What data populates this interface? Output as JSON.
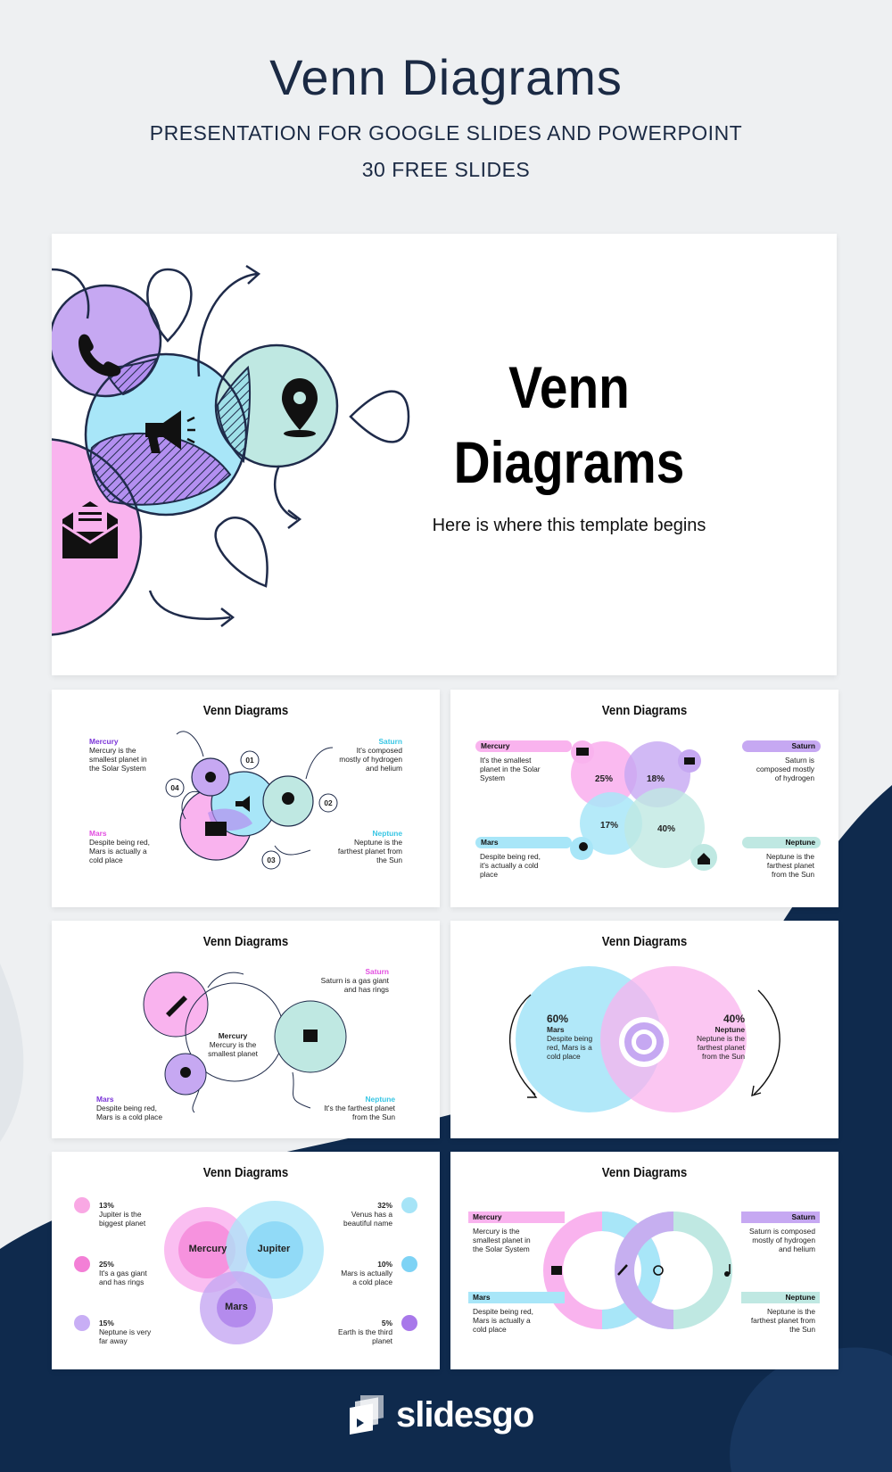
{
  "header": {
    "title": "Venn Diagrams",
    "subtitle": "PRESENTATION FOR GOOGLE SLIDES AND POWERPOINT",
    "slides_count": "30 FREE SLIDES"
  },
  "cover": {
    "title_line1": "Venn",
    "title_line2": "Diagrams",
    "subtitle": "Here is where this template begins"
  },
  "slide1": {
    "title": "Venn Diagrams",
    "mercury": {
      "label": "Mercury",
      "text": [
        "Mercury is the",
        "smallest planet in",
        "the Solar System"
      ]
    },
    "saturn": {
      "label": "Saturn",
      "text": [
        "It's composed",
        "mostly of hydrogen",
        "and helium"
      ]
    },
    "mars": {
      "label": "Mars",
      "text": [
        "Despite being red,",
        "Mars is actually a",
        "cold place"
      ]
    },
    "neptune": {
      "label": "Neptune",
      "text": [
        "Neptune is the",
        "farthest planet from",
        "the Sun"
      ]
    },
    "numbers": [
      "01",
      "02",
      "03",
      "04"
    ]
  },
  "slide2": {
    "title": "Venn Diagrams",
    "mercury": {
      "label": "Mercury",
      "text": [
        "It's the smallest",
        "planet in the Solar",
        "System"
      ]
    },
    "saturn": {
      "label": "Saturn",
      "text": [
        "Saturn is",
        "composed mostly",
        "of hydrogen"
      ]
    },
    "mars": {
      "label": "Mars",
      "text": [
        "Despite being red,",
        "it's actually a cold",
        "place"
      ]
    },
    "neptune": {
      "label": "Neptune",
      "text": [
        "Neptune is the",
        "farthest planet",
        "from the Sun"
      ]
    },
    "percents": [
      "25%",
      "18%",
      "17%",
      "40%"
    ]
  },
  "slide3": {
    "title": "Venn Diagrams",
    "saturn": {
      "label": "Saturn",
      "text": [
        "Saturn is a gas giant",
        "and has rings"
      ]
    },
    "mercury": {
      "label": "Mercury",
      "text": [
        "Mercury is the",
        "smallest planet"
      ]
    },
    "mars": {
      "label": "Mars",
      "text": [
        "Despite being red,",
        "Mars is a cold place"
      ]
    },
    "neptune": {
      "label": "Neptune",
      "text": [
        "It's the farthest planet",
        "from the Sun"
      ]
    }
  },
  "slide4": {
    "title": "Venn Diagrams",
    "mars": {
      "percent": "60%",
      "label": "Mars",
      "text": [
        "Despite being",
        "red, Mars is a",
        "cold place"
      ]
    },
    "neptune": {
      "percent": "40%",
      "label": "Neptune",
      "text": [
        "Neptune is the",
        "farthest planet",
        "from the Sun"
      ]
    }
  },
  "slide5": {
    "title": "Venn Diagrams",
    "circles": [
      "Mercury",
      "Jupiter",
      "Mars"
    ],
    "left": [
      {
        "pct": "13%",
        "text": [
          "Jupiter is the",
          "biggest planet"
        ],
        "color": "#f9a8e4"
      },
      {
        "pct": "25%",
        "text": [
          "It's a gas giant",
          "and has rings"
        ],
        "color": "#f37fd6"
      },
      {
        "pct": "15%",
        "text": [
          "Neptune is very",
          "far away"
        ],
        "color": "#c8aef5"
      }
    ],
    "right": [
      {
        "pct": "32%",
        "text": [
          "Venus has a",
          "beautiful name"
        ],
        "color": "#a6e4f7"
      },
      {
        "pct": "10%",
        "text": [
          "Mars is actually",
          "a cold place"
        ],
        "color": "#7ed3f5"
      },
      {
        "pct": "5%",
        "text": [
          "Earth is the third",
          "planet"
        ],
        "color": "#a878ea"
      }
    ]
  },
  "slide6": {
    "title": "Venn Diagrams",
    "mercury": {
      "label": "Mercury",
      "text": [
        "Mercury is the",
        "smallest planet in",
        "the Solar System"
      ]
    },
    "saturn": {
      "label": "Saturn",
      "text": [
        "Saturn is composed",
        "mostly of hydrogen",
        "and helium"
      ]
    },
    "mars": {
      "label": "Mars",
      "text": [
        "Despite being red,",
        "Mars is actually a",
        "cold place"
      ]
    },
    "neptune": {
      "label": "Neptune",
      "text": [
        "Neptune is the",
        "farthest planet from",
        "the Sun"
      ]
    }
  },
  "brand": {
    "name": "slidesgo"
  },
  "colors": {
    "navy": "#0f2a4d",
    "pink": "#f9b3ee",
    "blue": "#a8e6f8",
    "purple": "#c6a8f2",
    "teal": "#bfe8e2",
    "saturn_label": "#e24ee0",
    "neptune_label": "#38c6e4",
    "mercury_label": "#7b35d8"
  },
  "icons": [
    "phone-icon",
    "megaphone-icon",
    "location-pin-icon",
    "envelope-icon",
    "monitor-icon",
    "cart-icon",
    "search-icon",
    "home-icon",
    "rocket-icon",
    "trophy-icon",
    "lightbulb-icon",
    "film-icon",
    "pencil-icon",
    "atom-icon",
    "music-note-icon"
  ]
}
